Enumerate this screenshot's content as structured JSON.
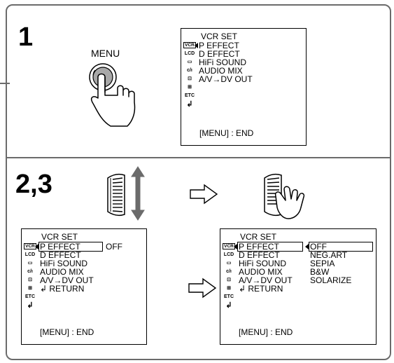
{
  "step1": {
    "number": "1",
    "button_label": "MENU"
  },
  "step2": {
    "number": "2,3"
  },
  "screen1": {
    "title": "VCR SET",
    "items": [
      "P EFFECT",
      "D EFFECT",
      "HiFi SOUND",
      "AUDIO MIX",
      "A/V→DV OUT"
    ],
    "end": "[MENU] : END"
  },
  "screen2": {
    "title": "VCR SET",
    "items": [
      "P EFFECT",
      "D EFFECT",
      "HiFi SOUND",
      "AUDIO MIX",
      "A/V→DV OUT",
      "↲ RETURN"
    ],
    "value": "OFF",
    "end": "[MENU] : END"
  },
  "screen3": {
    "title": "VCR SET",
    "items": [
      "P EFFECT",
      "D EFFECT",
      "HiFi SOUND",
      "AUDIO MIX",
      "A/V→DV OUT",
      "↲ RETURN"
    ],
    "options": [
      "OFF",
      "NEG.ART",
      "SEPIA",
      "B&W",
      "SOLARIZE"
    ],
    "end": "[MENU] : END"
  },
  "icons": {
    "vcr": "VCR",
    "lcd": "LCD",
    "etc": "ETC"
  }
}
